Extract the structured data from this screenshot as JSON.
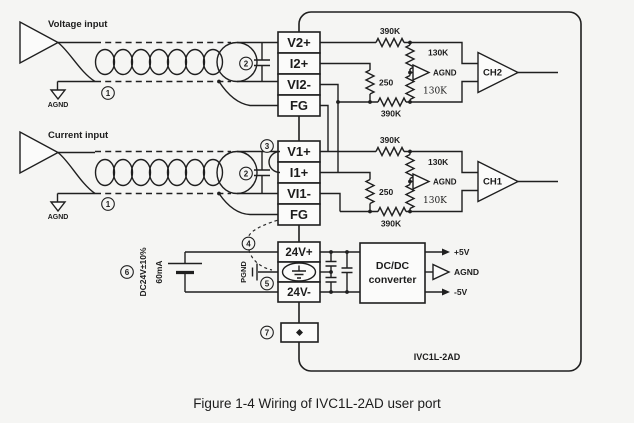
{
  "caption": "Figure 1-4 Wiring of IVC1L-2AD user port",
  "module_label": "IVC1L-2AD",
  "inputs": {
    "voltage": "Voltage input",
    "current": "Current input",
    "agnd": "AGND"
  },
  "terminal_blocks": {
    "ch2": [
      "V2+",
      "I2+",
      "VI2-",
      "FG"
    ],
    "ch1": [
      "V1+",
      "I1+",
      "VI1-",
      "FG"
    ],
    "power": [
      "24V+",
      "24V-"
    ]
  },
  "resistors": {
    "r390k": "390K",
    "r250": "250",
    "r130k": "130K"
  },
  "amplifiers": {
    "ch2": "CH2",
    "ch1": "CH1",
    "agnd": "AGND"
  },
  "power": {
    "source_spec": "DC24V±10%",
    "source_current": "60mA",
    "pgnd": "PGND",
    "converter_line1": "DC/DC",
    "converter_line2": "converter",
    "out_pos": "+5V",
    "out_gnd": "AGND",
    "out_neg": "-5V"
  },
  "callouts": {
    "c1": "1",
    "c2": "2",
    "c3": "3",
    "c4": "4",
    "c5": "5",
    "c6": "6",
    "c7": "7"
  }
}
